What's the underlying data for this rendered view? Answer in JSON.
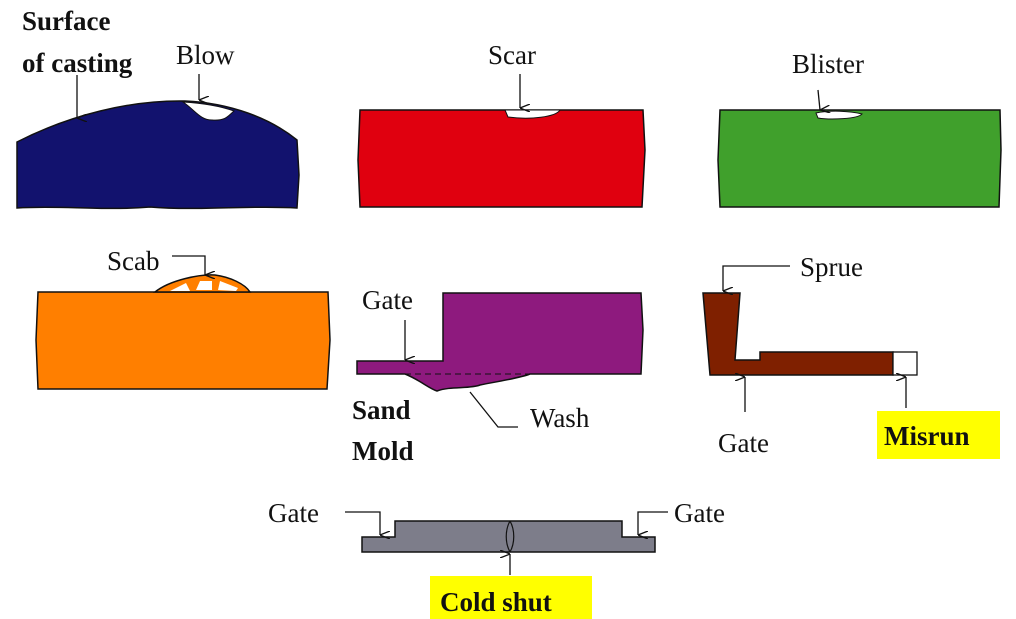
{
  "title": "Casting defects",
  "colors": {
    "blow": "#12126e",
    "scar": "#e0000f",
    "blister": "#40a02c",
    "scab": "#ff7f00",
    "wash": "#8e1a7e",
    "misrun": "#7f2000",
    "cold_shut": "#7d7d8a",
    "highlight": "#ffff00"
  },
  "panels": {
    "blow": {
      "surface_label_1": "Surface",
      "surface_label_2": "of casting",
      "defect_label": "Blow"
    },
    "scar": {
      "defect_label": "Scar"
    },
    "blister": {
      "defect_label": "Blister"
    },
    "scab": {
      "defect_label": "Scab"
    },
    "wash": {
      "gate_label": "Gate",
      "mold_label_1": "Sand",
      "mold_label_2": "Mold",
      "defect_label": "Wash"
    },
    "misrun": {
      "sprue_label": "Sprue",
      "gate_label": "Gate",
      "defect_label": "Misrun"
    },
    "cold_shut": {
      "gate_left_label": "Gate",
      "gate_right_label": "Gate",
      "defect_label": "Cold shut"
    }
  }
}
